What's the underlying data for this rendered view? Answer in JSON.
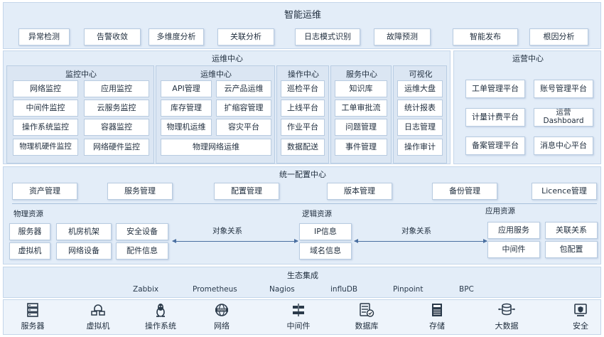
{
  "header": {
    "title": "智能运维",
    "capabilities": [
      "异常检测",
      "告警收敛",
      "多维度分析",
      "关联分析",
      "日志模式识别",
      "故障预测",
      "智能发布",
      "根因分析"
    ]
  },
  "ops_center": {
    "title": "运维中心",
    "monitoring": {
      "title": "监控中心",
      "items": [
        "网络监控",
        "应用监控",
        "中间件监控",
        "云服务监控",
        "操作系统监控",
        "容器监控",
        "物理机硬件监控",
        "网络硬件监控"
      ]
    },
    "operations": {
      "title": "运维中心",
      "items": [
        "API管理",
        "云产品运维",
        "库存管理",
        "扩缩容管理",
        "物理机运维",
        "容灾平台",
        "物理网络运维"
      ]
    },
    "operation": {
      "title": "操作中心",
      "items": [
        "巡检平台",
        "上线平台",
        "作业平台",
        "数据配送"
      ]
    },
    "service": {
      "title": "服务中心",
      "items": [
        "知识库",
        "工单审批流",
        "问题管理",
        "事件管理"
      ]
    },
    "visual": {
      "title": "可视化",
      "items": [
        "运维大盘",
        "统计报表",
        "日志管理",
        "操作审计"
      ]
    }
  },
  "business_center": {
    "title": "运营中心",
    "items": [
      "工单管理平台",
      "账号管理平台",
      "计量计费平台",
      "运营 Dashboard",
      "备案管理平台",
      "消息中心平台"
    ]
  },
  "config_center": {
    "title": "统一配置中心",
    "items": [
      "资产管理",
      "服务管理",
      "配置管理",
      "版本管理",
      "备份管理",
      "Licence管理"
    ],
    "physical": {
      "title": "物理资源",
      "items": [
        "服务器",
        "机房机架",
        "安全设备",
        "虚拟机",
        "网络设备",
        "配件信息"
      ]
    },
    "logical": {
      "title": "逻辑资源",
      "items": [
        "IP信息",
        "域名信息"
      ]
    },
    "application": {
      "title": "应用资源",
      "items": [
        "应用服务",
        "关联关系",
        "中间件",
        "包配置"
      ]
    },
    "relation_left": "对象关系",
    "relation_right": "对象关系"
  },
  "ecosystem": {
    "title": "生态集成",
    "tools": [
      "Zabbix",
      "Prometheus",
      "Nagios",
      "influDB",
      "Pinpoint",
      "BPC"
    ]
  },
  "infrastructure": {
    "items": [
      {
        "label": "服务器",
        "icon": "server-icon"
      },
      {
        "label": "虚拟机",
        "icon": "vm-icon"
      },
      {
        "label": "操作系统",
        "icon": "linux-penguin-icon"
      },
      {
        "label": "网络",
        "icon": "network-globe-icon"
      },
      {
        "label": "中间件",
        "icon": "middleware-icon"
      },
      {
        "label": "数据库",
        "icon": "database-icon"
      },
      {
        "label": "存储",
        "icon": "storage-icon"
      },
      {
        "label": "大数据",
        "icon": "bigdata-icon"
      },
      {
        "label": "安全",
        "icon": "security-icon"
      }
    ]
  }
}
